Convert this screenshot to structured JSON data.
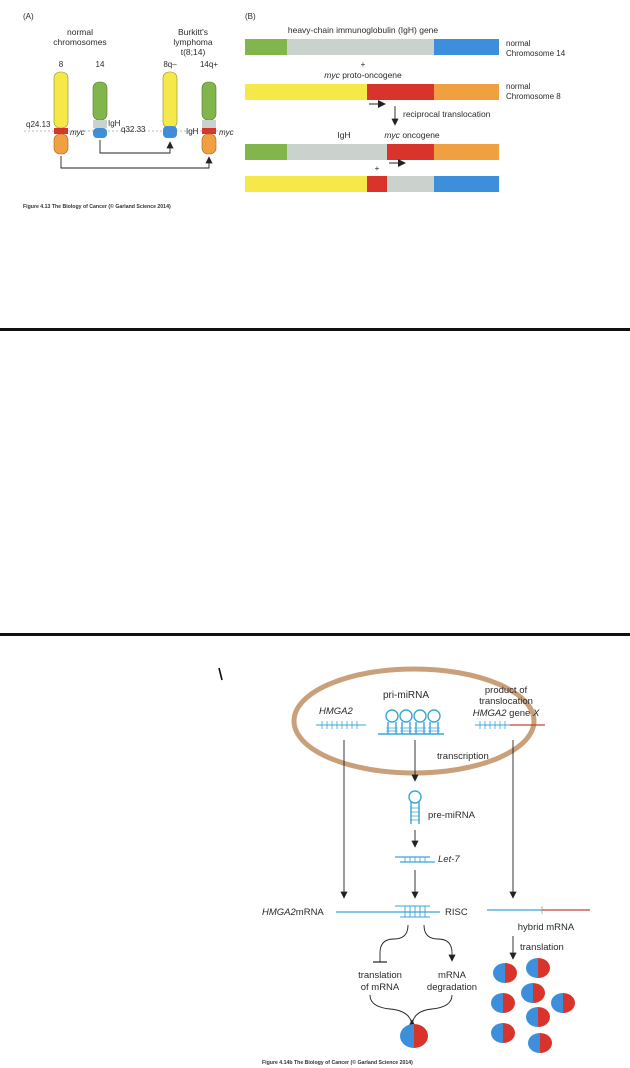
{
  "panel_a": {
    "label": "(A)",
    "normal_heading_1": "normal",
    "normal_heading_2": "chromosomes",
    "burkitt_heading_1": "Burkitt's",
    "burkitt_heading_2": "lymphoma",
    "burkitt_heading_3": "t(8;14)",
    "chr_8": "8",
    "chr_14": "14",
    "chr_8q": "8q–",
    "chr_14q": "14q+",
    "band_q24": "q24.13",
    "myc_left": "myc",
    "igh_left": "IgH",
    "band_q32": "q32.33",
    "igh_right": "IgH",
    "myc_right": "myc",
    "caption": "Figure 4.13  The Biology of Cancer (© Garland Science 2014)"
  },
  "panel_b": {
    "label": "(B)",
    "igh_gene_label": "heavy-chain immunoglobulin (IgH) gene",
    "normal_14_line1": "normal",
    "normal_14_line2": "Chromosome 14",
    "plus_1": "+",
    "myc_proto_myc": "myc",
    "myc_proto_rest": "proto-oncogene",
    "normal_8_line1": "normal",
    "normal_8_line2": "Chromosome 8",
    "reciprocal": "reciprocal translocation",
    "igh_label": "IgH",
    "myc_onco_myc": "myc",
    "myc_onco_rest": "oncogene",
    "plus_2": "+"
  },
  "panel_c": {
    "pri_mirna": "pri-miRNA",
    "product_line1": "product of",
    "product_line2": "translocation",
    "hmga2_gene_x_hmga2": "HMGA2",
    "hmga2_gene_x_rest": "gene",
    "gene_x": "X",
    "hmga2_left": "HMGA2",
    "transcription": "transcription",
    "pre_mirna": "pre-miRNA",
    "let7": "Let-7",
    "hmga2_mrna_italic": "HMGA2",
    "hmga2_mrna_rest": "mRNA",
    "risc": "RISC",
    "hybrid_mrna": "hybrid mRNA",
    "translation_right": "translation",
    "translation_of_1": "translation",
    "translation_of_2": "of mRNA",
    "mrna_deg_1": "mRNA",
    "mrna_deg_2": "degradation",
    "caption": "Figure 4.14b  The Biology of Cancer (© Garland Science 2014)"
  },
  "colors": {
    "yellow": "#f7e84a",
    "green": "#82b54b",
    "gray": "#c9d2cc",
    "blue": "#3d8fdc",
    "red": "#d9342b",
    "orange": "#f0a040",
    "rna_blue": "#3aa5d9",
    "nucleus": "#caa07a",
    "divider": "#111111"
  }
}
